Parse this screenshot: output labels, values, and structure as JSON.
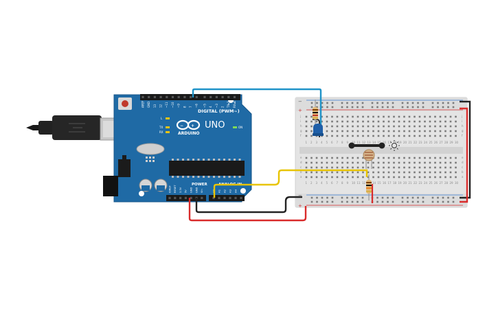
{
  "board": {
    "brand": "ARDUINO",
    "model": "UNO",
    "digital_label": "DIGITAL (PWM~)",
    "power_label": "POWER",
    "analog_label": "ANALOG IN",
    "led_l": "L",
    "led_tx": "TX",
    "led_rx": "RX",
    "led_on": "ON",
    "digital_pins": [
      "AREF",
      "GND",
      "13",
      "12",
      "~11",
      "~10",
      "~9",
      "8",
      "7",
      "~6",
      "~5",
      "4",
      "~3",
      "2",
      "TX▸1",
      "RX◂0"
    ],
    "power_pins": [
      "IOREF",
      "RESET",
      "3.3V",
      "5V",
      "GND",
      "GND",
      "Vin"
    ],
    "analog_pins": [
      "A0",
      "A1",
      "A2",
      "A3",
      "A4",
      "A5"
    ]
  },
  "breadboard": {
    "rail_minus": "−",
    "rail_plus": "+",
    "columns": 30,
    "row_letters_top": [
      "j",
      "i",
      "h",
      "g",
      "f"
    ],
    "row_letters_bottom": [
      "e",
      "d",
      "c",
      "b",
      "a"
    ]
  },
  "colors": {
    "board": "#1f6aa5",
    "breadboard": "#e4e4e4",
    "wire_blue": "#1f93c8",
    "wire_yellow": "#e8c400",
    "wire_red": "#d92b2b",
    "wire_black": "#222222"
  }
}
